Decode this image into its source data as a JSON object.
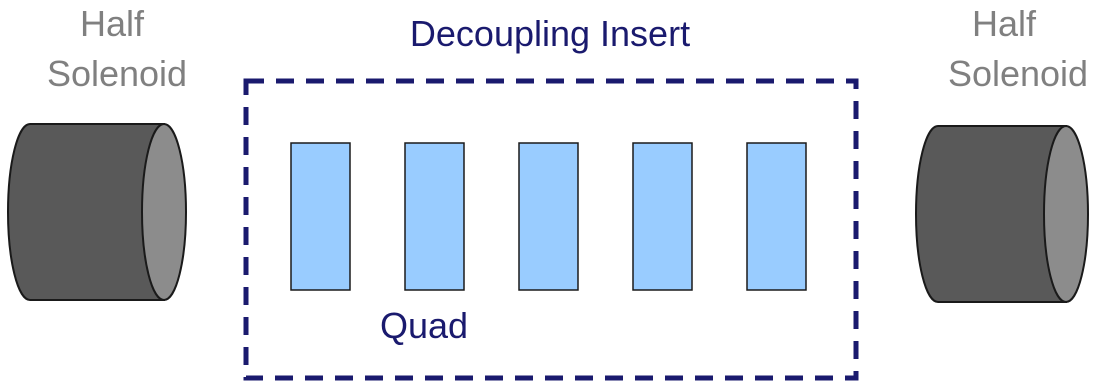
{
  "left_solenoid": {
    "label_line1": "Half",
    "label_line2": "Solenoid"
  },
  "right_solenoid": {
    "label_line1": "Half",
    "label_line2": "Solenoid"
  },
  "insert": {
    "title": "Decoupling Insert"
  },
  "quad": {
    "label": "Quad",
    "count": 5
  },
  "colors": {
    "solenoid_label": "#808080",
    "insert_text": "#1a1a6e",
    "dashed_border": "#1a1a6e",
    "quad_fill": "#99ccff",
    "quad_stroke": "#1a1a1a",
    "cylinder_body": "#595959",
    "cylinder_face": "#8c8c8c",
    "cylinder_stroke": "#1a1a1a"
  }
}
